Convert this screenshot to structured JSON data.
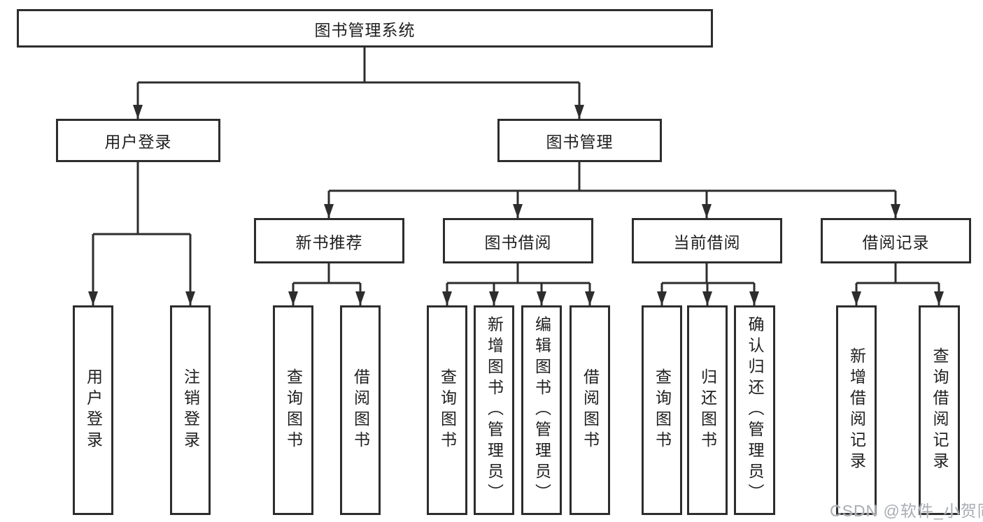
{
  "diagram": {
    "title": "图书管理系统",
    "branches": [
      {
        "label": "用户登录",
        "children": [
          {
            "label": "用户登录"
          },
          {
            "label": "注销登录"
          }
        ]
      },
      {
        "label": "图书管理",
        "children": [
          {
            "label": "新书推荐",
            "children": [
              {
                "label": "查询图书"
              },
              {
                "label": "借阅图书"
              }
            ]
          },
          {
            "label": "图书借阅",
            "children": [
              {
                "label": "查询图书"
              },
              {
                "label": "新增图书（管理员）"
              },
              {
                "label": "编辑图书（管理员）"
              },
              {
                "label": "借阅图书"
              }
            ]
          },
          {
            "label": "当前借阅",
            "children": [
              {
                "label": "查询图书"
              },
              {
                "label": "归还图书"
              },
              {
                "label": "确认归还（管理员）"
              }
            ]
          },
          {
            "label": "借阅记录",
            "children": [
              {
                "label": "新增借阅记录"
              },
              {
                "label": "查询借阅记录"
              }
            ]
          }
        ]
      }
    ]
  },
  "watermark": "CSDN @软件_小贺同学",
  "colors": {
    "line": "#2d2d2d",
    "boxborder": "#2d2d2d",
    "text": "#1f1f1f",
    "bg": "#ffffff",
    "wm": "#a9adb2"
  }
}
